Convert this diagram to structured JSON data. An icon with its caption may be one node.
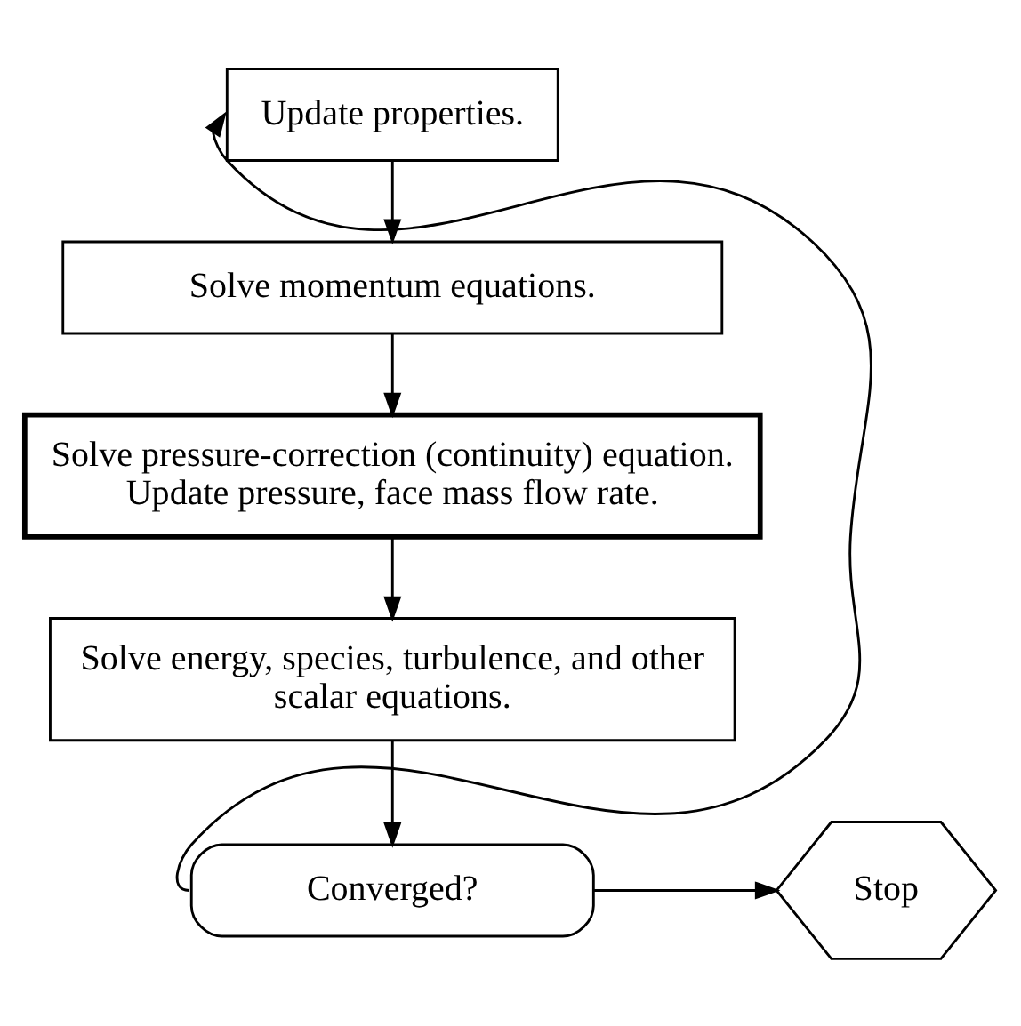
{
  "diagram": {
    "nodes": [
      {
        "text": [
          "Update properties."
        ]
      },
      {
        "text": [
          "Solve momentum equations."
        ]
      },
      {
        "text": [
          "Solve pressure-correction (continuity) equation. Update pressure, face mass flow rate."
        ]
      },
      {
        "text": [
          "Solve energy, species, turbulence, and other scalar equations."
        ]
      },
      {
        "text": [
          "Converged?"
        ]
      },
      {
        "text": [
          "Stop"
        ]
      }
    ],
    "edges": [
      {
        "from": 0,
        "to": 1,
        "arrow": "to"
      },
      {
        "from": 1,
        "to": 2,
        "arrow": "to"
      },
      {
        "from": 2,
        "to": 3,
        "arrow": "to"
      },
      {
        "from": 3,
        "to": 4,
        "arrow": "to"
      },
      {
        "from": 4,
        "to": 5,
        "arrow": "to"
      },
      {
        "from": 4,
        "to": 0,
        "arrow": "to"
      }
    ]
  }
}
